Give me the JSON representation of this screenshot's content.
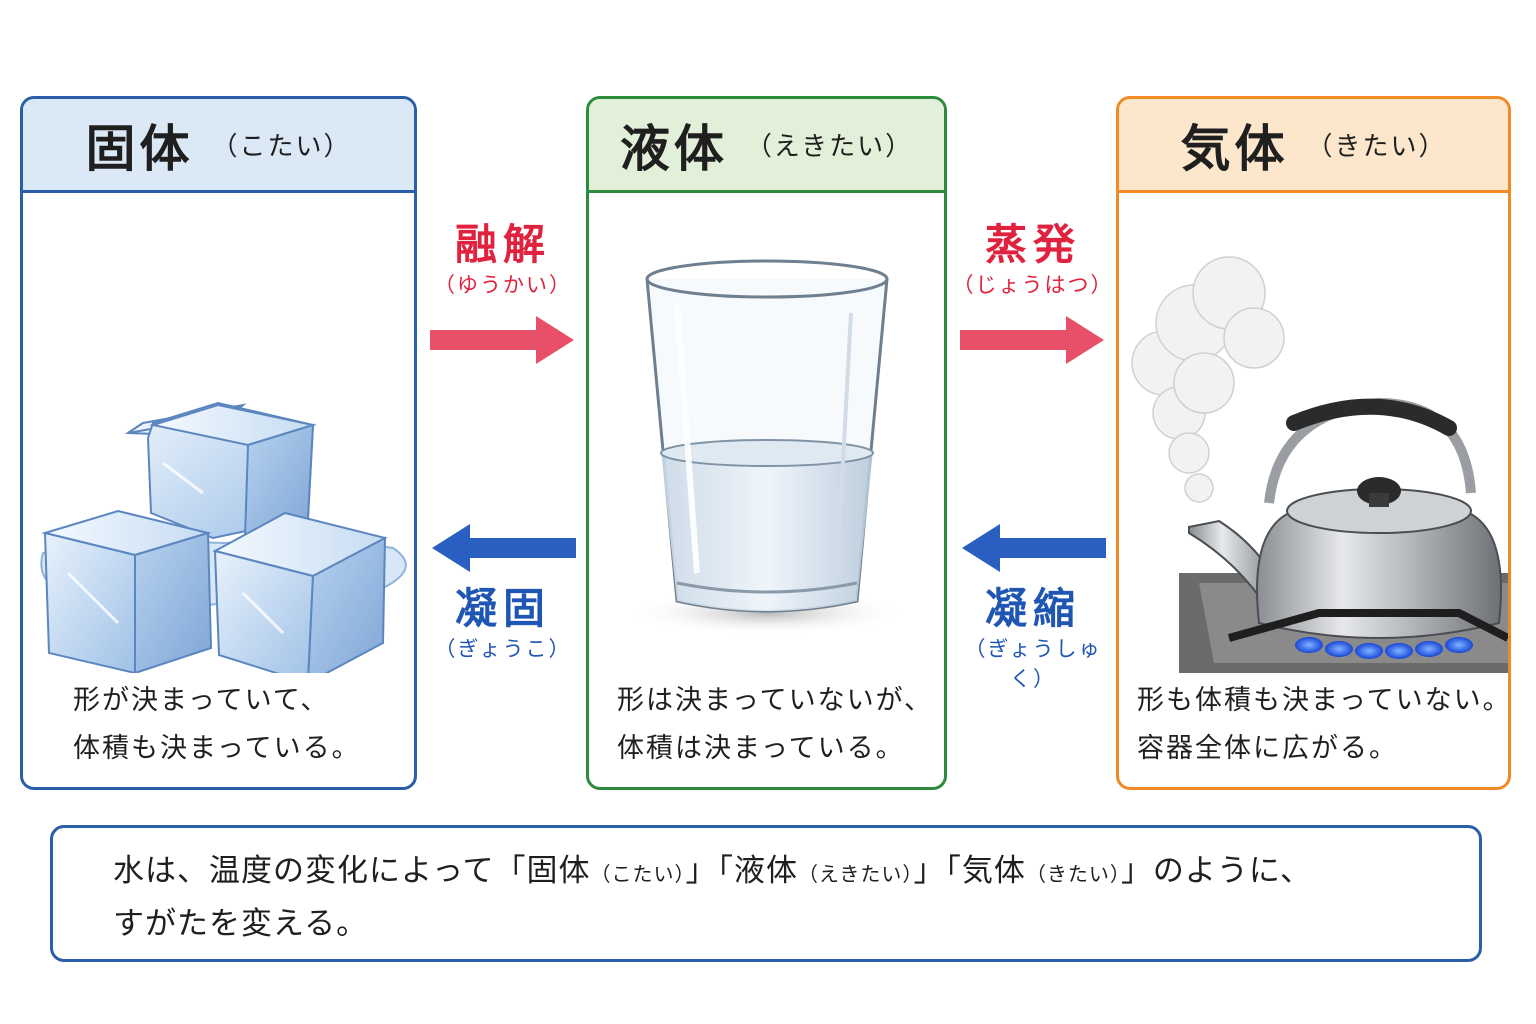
{
  "states": {
    "solid": {
      "title": "固体",
      "reading": "（こたい）",
      "desc": [
        "形が決まっていて、",
        "体積も決まっている。"
      ]
    },
    "liquid": {
      "title": "液体",
      "reading": "（えきたい）",
      "desc": [
        "形は決まっていないが、",
        "体積は決まっている。"
      ]
    },
    "gas": {
      "title": "気体",
      "reading": "（きたい）",
      "desc": [
        "形も体積も決まっていない。",
        "容器全体に広がる。"
      ]
    }
  },
  "transitions": {
    "melting": {
      "label": "融解",
      "reading": "（ゆうかい）"
    },
    "freezing": {
      "label": "凝固",
      "reading": "（ぎょうこ）"
    },
    "evaporation": {
      "label": "蒸発",
      "reading": "（じょうはつ）"
    },
    "condensation": {
      "label": "凝縮",
      "reading": "（ぎょうしゅく）"
    }
  },
  "summary": {
    "part1": "水は、温度の変化によって「固体",
    "r1": "（こたい）",
    "part2": "」「液体",
    "r2": "（えきたい）",
    "part3": "」「気体",
    "r3": "（きたい）",
    "part4": "」のように、",
    "line2": "すがたを変える。"
  },
  "colors": {
    "solid_border": "#2a5ea8",
    "liquid_border": "#2e8b3d",
    "gas_border": "#f08a24",
    "heat_arrow": "#e8506a",
    "cool_arrow": "#2a5ec0"
  },
  "icons": [
    "ice-cubes-icon",
    "water-glass-icon",
    "kettle-steam-icon",
    "arrow-right-icon",
    "arrow-left-icon"
  ]
}
